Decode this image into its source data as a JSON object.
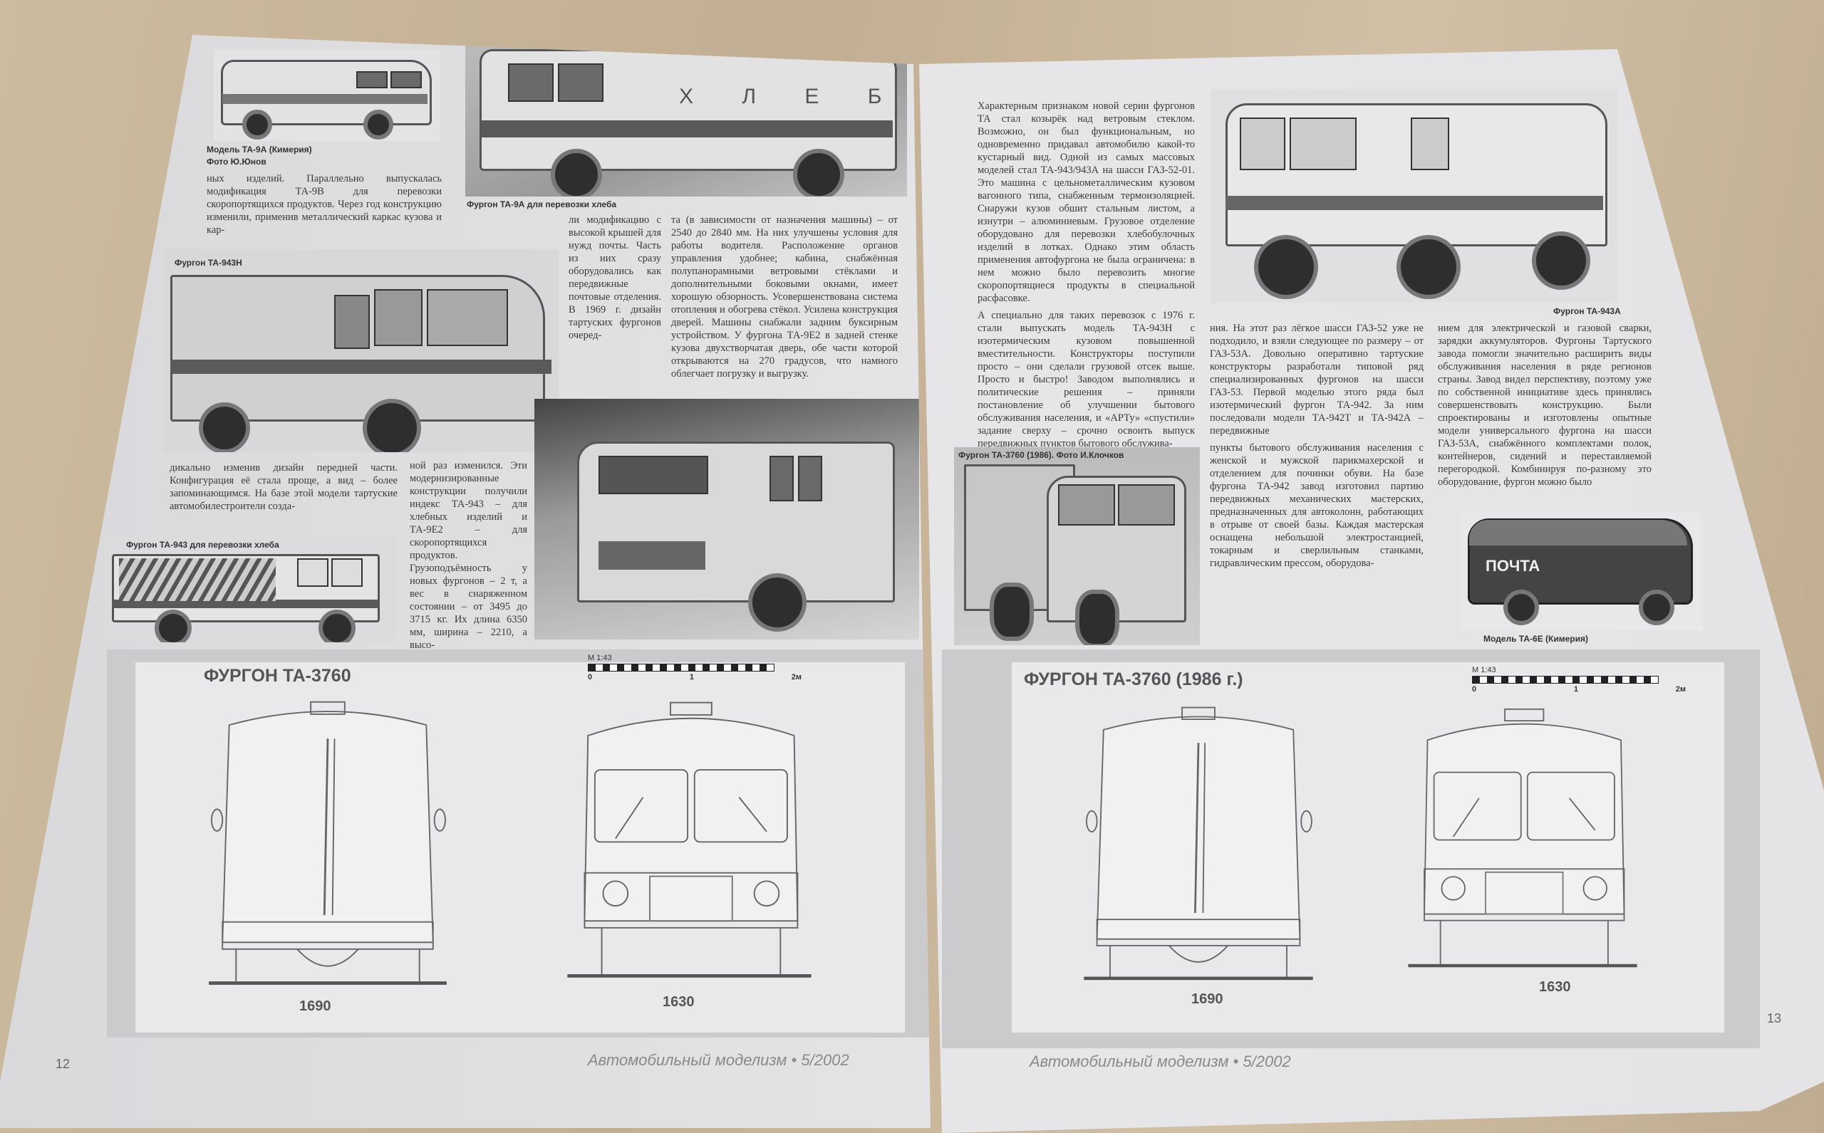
{
  "left_page": {
    "captions": {
      "photo_ta9a_model": "Модель ТА-9А (Кимерия)",
      "photo_credit_1": "Фото Ю.Юнов",
      "photo_ta9a": "Фургон ТА-9А для перевозки хлеба",
      "photo_ta943h": "Фургон ТА-943Н",
      "photo_ta943": "Фургон ТА-943 для перевозки хлеба"
    },
    "van_lettering": "Х Л Е Б",
    "paragraphs": {
      "p1": "ных изделий. Параллельно выпускалась модификация ТА-9В для перевозки скоропортящихся продуктов. Через год конструкцию изменили, применив металлический каркас кузова и кар-",
      "p2": "ли модификацию с высокой крышей для нужд почты. Часть из них сразу оборудовались как передвижные почтовые отделения. В 1969 г. дизайн тартуских фургонов очеред-",
      "p3": "та (в зависимости от назначения машины) – от 2540 до 2840 мм. На них улучшены условия для работы водителя. Расположение органов управления удобнее; кабина, снабжённая полупанорамными ветровыми стёклами и дополнительными боковыми окнами, имеет хорошую обзорность. Усовершенствована система отопления и обогрева стёкол. Усилена конструкция дверей. Машины снабжали задним буксирным устройством. У фургона ТА-9Е2 в задней стенке кузова двухстворчатая дверь, обе части которой открываются на 270 градусов, что намного облегчает погрузку и выгрузку.",
      "p4": "дикально изменив дизайн передней части. Конфигурация её стала проще, а вид – более запоминающимся. На базе этой модели тартуские автомобилестроители созда-",
      "p5": "ной раз изменился. Эти модернизированные конструкции получили индекс ТА-943 – для хлебных изделий и ТА-9Е2 – для скоропортящихся продуктов. Грузоподъёмность у новых фургонов – 2 т, а вес в снаряженном состоянии – от 3495 до 3715 кг. Их длина 6350 мм, ширина – 2210, а высо-"
    },
    "drawing": {
      "title": "ФУРГОН ТА-3760",
      "scale_label": "М 1:43",
      "scale_ticks": [
        "0",
        "1",
        "2м"
      ],
      "dim_rear": "1690",
      "dim_front": "1630"
    },
    "page_number": "12",
    "footer": "Автомобильный моделизм • 5/2002"
  },
  "right_page": {
    "captions": {
      "photo_ta943a": "Фургон ТА-943А",
      "photo_ta3760": "Фургон ТА-3760 (1986). Фото И.Клочков",
      "photo_ta6e_model": "Модель ТА-6Е (Кимерия)"
    },
    "model_lettering": "ПОЧТА",
    "paragraphs": {
      "p1": "Характерным признаком новой серии фургонов ТА стал козырёк над ветровым стеклом. Возможно, он был функциональным, но одновременно придавал автомобилю какой-то кустарный вид. Одной из самых массовых моделей стал ТА-943/943А на шасси ГАЗ-52-01. Это машина с цельнометаллическим кузовом вагонного типа, снабженным термоизоляцией. Снаружи кузов обшит стальным листом, а изнутри – алюминиевым. Грузовое отделение оборудовано для перевозки хлебобулочных изделий в лотках. Однако этим область применения автофургона не была ограничена: в нем можно было перевозить многие скоропортящиеся продукты в специальной расфасовке.",
      "p2": "А специально для таких перевозок с 1976 г. стали выпускать модель ТА-943Н с изотермическим кузовом повышенной вместительности. Конструкторы поступили просто – они сделали грузовой отсек выше. Просто и быстро! Заводом выполнялись и политические решения – приняли постановление об улучшении бытового обслуживания населения, и «АРТу» «спустили» задание сверху – срочно освоить выпуск передвижных пунктов бытового обслужива-",
      "p3": "ния. На этот раз лёгкое шасси ГАЗ-52 уже не подходило, и взяли следующее по размеру – от ГАЗ-53А. Довольно оперативно тартуские конструкторы разработали типовой ряд специализированных фургонов на шасси ГАЗ-53. Первой моделью этого ряда был изотермический фургон ТА-942. За ним последовали модели ТА-942Т и ТА-942А – передвижные",
      "p4": "пункты бытового обслуживания населения с женской и мужской парикмахерской и отделением для починки обуви. На базе фургона ТА-942 завод изготовил партию передвижных механических мастерских, предназначенных для автоколонн, работающих в отрыве от своей базы. Каждая мастерская оснащена небольшой электростанцией, токарным и сверлильным станками, гидравлическим прессом, оборудова-",
      "p5": "нием для электрической и газовой сварки, зарядки аккумуляторов. Фургоны Тартуского завода помогли значительно расширить виды обслуживания населения в ряде регионов страны. Завод видел перспективу, поэтому уже по собственной инициативе здесь принялись совершенствовать конструкцию. Были спроектированы и изготовлены опытные модели универсального фургона на шасси ГАЗ-53А, снабжённого комплектами полок, контейнеров, сидений и переставляемой перегородкой. Комбинируя по-разному это оборудование, фургон можно было"
    },
    "drawing": {
      "title": "ФУРГОН ТА-3760 (1986 г.)",
      "scale_label": "М 1:43",
      "scale_ticks": [
        "0",
        "1",
        "2м"
      ],
      "dim_rear": "1690",
      "dim_front": "1630"
    },
    "page_number": "13",
    "footer": "Автомобильный моделизм • 5/2002"
  }
}
